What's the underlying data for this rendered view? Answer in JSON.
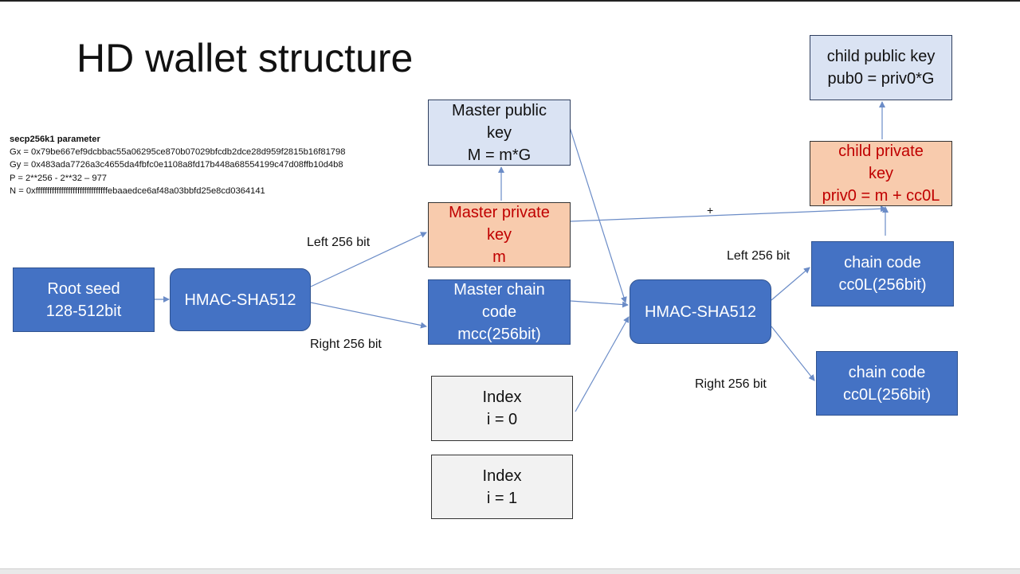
{
  "title": "HD wallet structure",
  "params": {
    "title": "secp256k1 parameter",
    "lines": [
      "Gx = 0x79be667ef9dcbbac55a06295ce870b07029bfcdb2dce28d959f2815b16f81798",
      "Gy = 0x483ada7726a3c4655da4fbfc0e1108a8fd17b448a68554199c47d08ffb10d4b8",
      "P = 2**256 - 2**32 – 977",
      "N = 0xfffffffffffffffffffffffffffffffebaaedce6af48a03bbfd25e8cd0364141"
    ]
  },
  "nodes": {
    "root_seed": [
      "Root seed",
      "128-512bit"
    ],
    "hmac1": [
      "HMAC-SHA512"
    ],
    "master_public": [
      "Master public",
      "key",
      "M = m*G"
    ],
    "master_private": [
      "Master private",
      "key",
      "m"
    ],
    "master_chain": [
      "Master chain",
      "code",
      "mcc(256bit)"
    ],
    "index0": [
      "Index",
      "i = 0"
    ],
    "index1": [
      "Index",
      "i = 1"
    ],
    "hmac2": [
      "HMAC-SHA512"
    ],
    "child_public": [
      "child public key",
      "pub0 = priv0*G"
    ],
    "child_private": [
      "child private",
      "key",
      "priv0 = m + cc0L"
    ],
    "chain_code_top": [
      "chain code",
      "cc0L(256bit)"
    ],
    "chain_code_bottom": [
      "chain code",
      "cc0L(256bit)"
    ]
  },
  "labels": {
    "left1": "Left 256 bit",
    "right1": "Right 256 bit",
    "left2": "Left 256 bit",
    "right2": "Right 256 bit",
    "plus": "+"
  },
  "colors": {
    "blue_fill": "#4472c4",
    "light_blue_fill": "#dae3f3",
    "orange_fill": "#f8cbad",
    "private_text": "#c00000",
    "gray_fill": "#f2f2f2",
    "arrow": "#6b8cc7"
  }
}
